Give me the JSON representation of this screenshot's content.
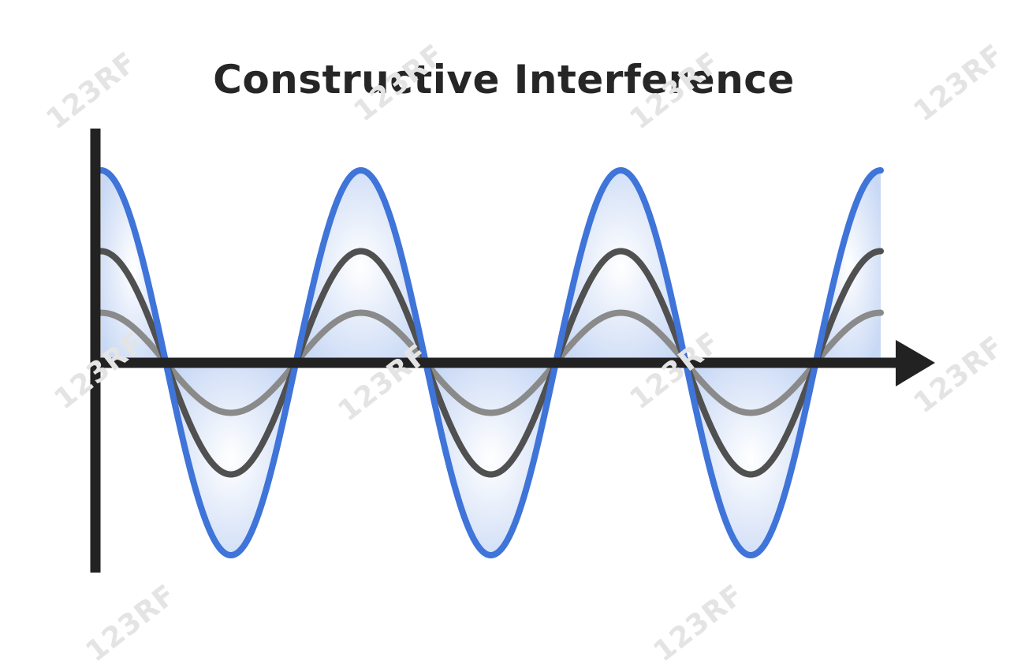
{
  "title": "Constructive Interference",
  "watermark_text": "123RF",
  "colors": {
    "background": "#ffffff",
    "axis": "#222222",
    "resultant_wave": "#3f74d9",
    "wave_a": "#505050",
    "wave_b": "#8a8a8a",
    "fill_gradient_center": "#ffffff",
    "fill_gradient_edge": "#c9d9f5",
    "watermark": "#e4e4e4"
  },
  "chart_data": {
    "type": "line",
    "title": "Constructive Interference",
    "xlabel": "",
    "ylabel": "",
    "grid": false,
    "legend": "none",
    "axis_arrow": "x-axis, pointing right",
    "xlim": [
      0,
      3
    ],
    "ylim": [
      -1.1,
      1.1
    ],
    "series": [
      {
        "role": "resultant",
        "amplitude": 1.0,
        "periods": 3,
        "phase": "cosine",
        "filled": true
      },
      {
        "role": "component",
        "amplitude": 0.58,
        "periods": 3,
        "phase": "cosine",
        "filled": false
      },
      {
        "role": "component",
        "amplitude": 0.26,
        "periods": 3,
        "phase": "cosine",
        "filled": false
      }
    ]
  }
}
